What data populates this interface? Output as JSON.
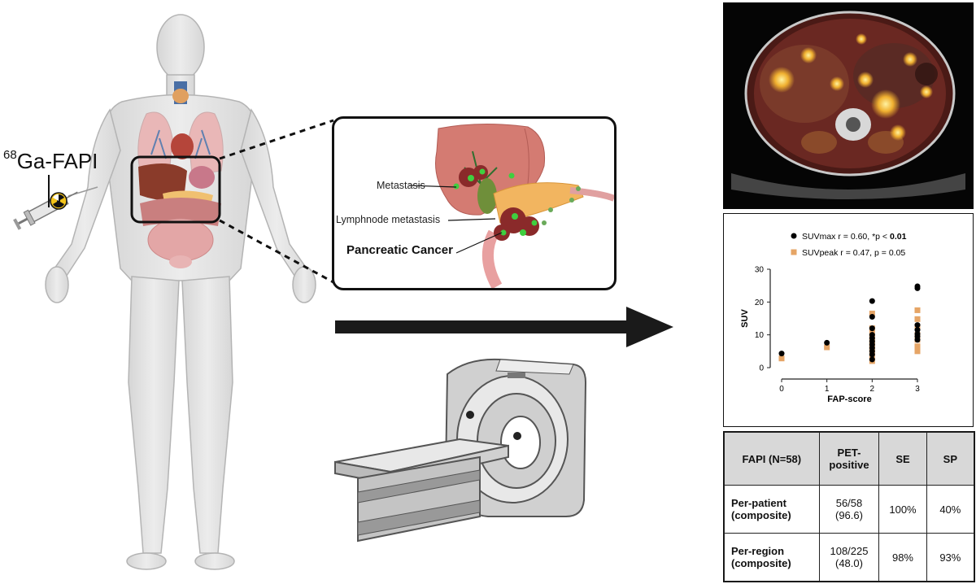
{
  "tracer": {
    "sup": "68",
    "name": "Ga-FAPI"
  },
  "callout": {
    "metastasis": "Metastasis",
    "lymphnode": "Lymphnode metastasis",
    "title": "Pancreatic Cancer"
  },
  "chart_data": {
    "type": "scatter",
    "xlabel": "FAP-score",
    "ylabel": "SUV",
    "xlim": [
      0,
      3
    ],
    "ylim": [
      0,
      30
    ],
    "xticks": [
      "0",
      "1",
      "2",
      "3"
    ],
    "yticks": [
      "0",
      "10",
      "20",
      "30"
    ],
    "legend_position": "top",
    "series": [
      {
        "name": "SUVmax",
        "stat_text": "r = 0.60, *p <",
        "stat_bold": "0.01",
        "color": "#000000",
        "marker": "circle",
        "points": [
          [
            0,
            4.3
          ],
          [
            1,
            7.6
          ],
          [
            2,
            20.3
          ],
          [
            2,
            15.5
          ],
          [
            2,
            12.0
          ],
          [
            2,
            10.0
          ],
          [
            2,
            9.0
          ],
          [
            2,
            8.0
          ],
          [
            2,
            7.0
          ],
          [
            2,
            6.0
          ],
          [
            2,
            5.0
          ],
          [
            2,
            4.0
          ],
          [
            2,
            2.5
          ],
          [
            3,
            24.8
          ],
          [
            3,
            24.2
          ],
          [
            3,
            13.0
          ],
          [
            3,
            11.5
          ],
          [
            3,
            10.3
          ],
          [
            3,
            9.5
          ],
          [
            3,
            8.5
          ]
        ]
      },
      {
        "name": "SUVpeak",
        "stat_text": "r = 0.47, p = 0.05",
        "stat_bold": "",
        "color": "#e6a566",
        "marker": "square",
        "points": [
          [
            0,
            2.8
          ],
          [
            1,
            6.2
          ],
          [
            2,
            16.5
          ],
          [
            2,
            12.0
          ],
          [
            2,
            10.3
          ],
          [
            2,
            9.0
          ],
          [
            2,
            8.0
          ],
          [
            2,
            7.0
          ],
          [
            2,
            6.0
          ],
          [
            2,
            5.0
          ],
          [
            2,
            3.5
          ],
          [
            2,
            2.0
          ],
          [
            3,
            17.5
          ],
          [
            3,
            14.8
          ],
          [
            3,
            12.5
          ],
          [
            3,
            10.0
          ],
          [
            3,
            8.5
          ],
          [
            3,
            6.5
          ],
          [
            3,
            5.0
          ]
        ]
      }
    ]
  },
  "table": {
    "headers": [
      "FAPI (N=58)",
      "PET-\npositive",
      "SE",
      "SP"
    ],
    "rows": [
      {
        "label": "Per-patient\n(composite)",
        "pet": "56/58\n(96.6)",
        "se": "100%",
        "sp": "40%"
      },
      {
        "label": "Per-region\n(composite)",
        "pet": "108/225\n(48.0)",
        "se": "98%",
        "sp": "93%"
      }
    ]
  }
}
